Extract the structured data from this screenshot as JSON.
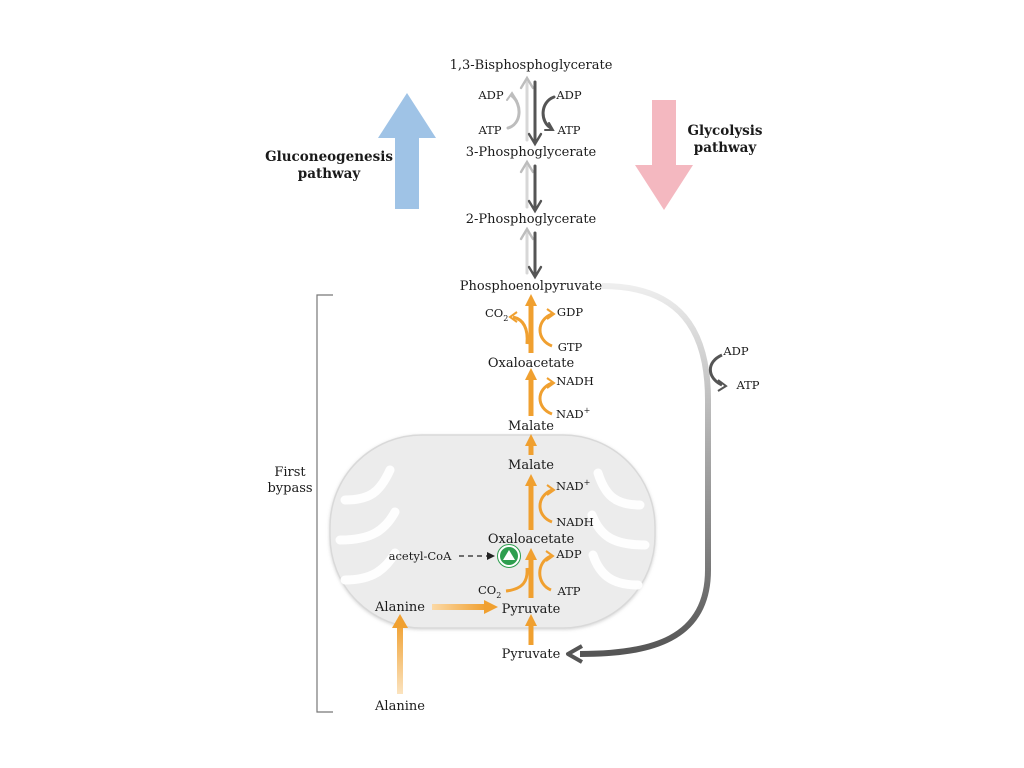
{
  "pathways": {
    "gluconeogenesis_line1": "Gluconeogenesis",
    "gluconeogenesis_line2": "pathway",
    "glycolysis_line1": "Glycolysis",
    "glycolysis_line2": "pathway"
  },
  "metabolites": {
    "bisphosphoglycerate": "1,3-Bisphosphoglycerate",
    "phosphoglycerate3": "3-Phosphoglycerate",
    "phosphoglycerate2": "2-Phosphoglycerate",
    "pep": "Phosphoenolpyruvate",
    "oxaloacetate_cyto": "Oxaloacetate",
    "malate_cyto": "Malate",
    "malate_mito": "Malate",
    "oxaloacetate_mito": "Oxaloacetate",
    "pyruvate_mito": "Pyruvate",
    "pyruvate_cyto": "Pyruvate",
    "alanine_mito": "Alanine",
    "alanine_cyto": "Alanine",
    "acetyl_coa": "acetyl-CoA"
  },
  "cofactors": {
    "adp_left_top": "ADP",
    "atp_left_top": "ATP",
    "adp_right_top": "ADP",
    "atp_right_top": "ATP",
    "co2_pepck": "CO",
    "co2_pepck_sub": "2",
    "gdp_pepck": "GDP",
    "gtp_pepck": "GTP",
    "nadh_cyto": "NADH",
    "nad_cyto": "NAD",
    "nad_cyto_sup": "+",
    "nad_mito": "NAD",
    "nad_mito_sup": "+",
    "nadh_mito": "NADH",
    "adp_pc": "ADP",
    "atp_pc": "ATP",
    "co2_pc": "CO",
    "co2_pc_sub": "2",
    "adp_pk": "ADP",
    "atp_pk": "ATP"
  },
  "bypass_label_line1": "First",
  "bypass_label_line2": "bypass",
  "colors": {
    "gluconeogenesis_arrow": "#9fc3e6",
    "glycolysis_arrow": "#f4b8c0",
    "orange_pathway": "#f0a030",
    "mitochondrion_fill": "#ececec",
    "activator_green": "#2e9e4f"
  }
}
